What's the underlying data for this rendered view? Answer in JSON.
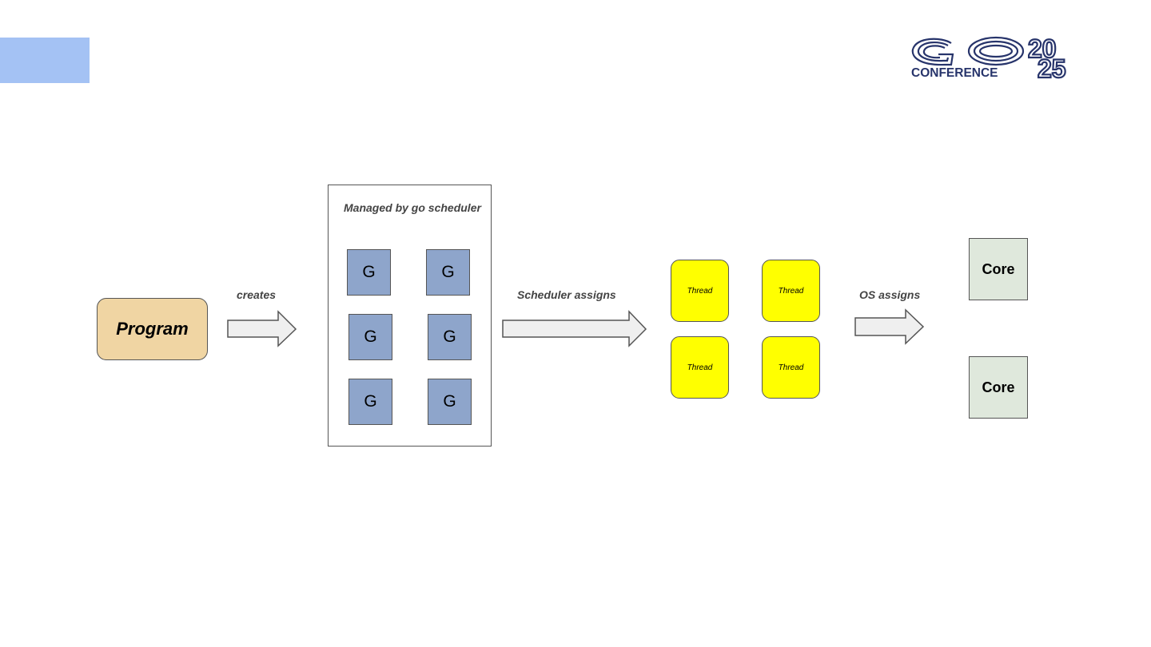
{
  "colors": {
    "accent_block": "#a4c2f4",
    "logo_navy": "#27346b",
    "program_fill": "#f0d5a3",
    "goroutine_fill": "#8ea5cb",
    "thread_fill": "#ffff00",
    "core_fill": "#dfe8dc",
    "arrow_fill": "#efefef",
    "arrow_stroke": "#555555"
  },
  "logo": {
    "word": "GO",
    "subtitle": "CONFERENCE",
    "year_top": "20",
    "year_bottom": "25"
  },
  "program": {
    "label": "Program"
  },
  "edges": {
    "creates": "creates",
    "scheduler_assigns": "Scheduler assigns",
    "os_assigns": "OS assigns"
  },
  "scheduler_box": {
    "label": "Managed by go scheduler",
    "goroutines": [
      "G",
      "G",
      "G",
      "G",
      "G",
      "G"
    ]
  },
  "threads": [
    "Thread",
    "Thread",
    "Thread",
    "Thread"
  ],
  "cores": [
    "Core",
    "Core"
  ]
}
